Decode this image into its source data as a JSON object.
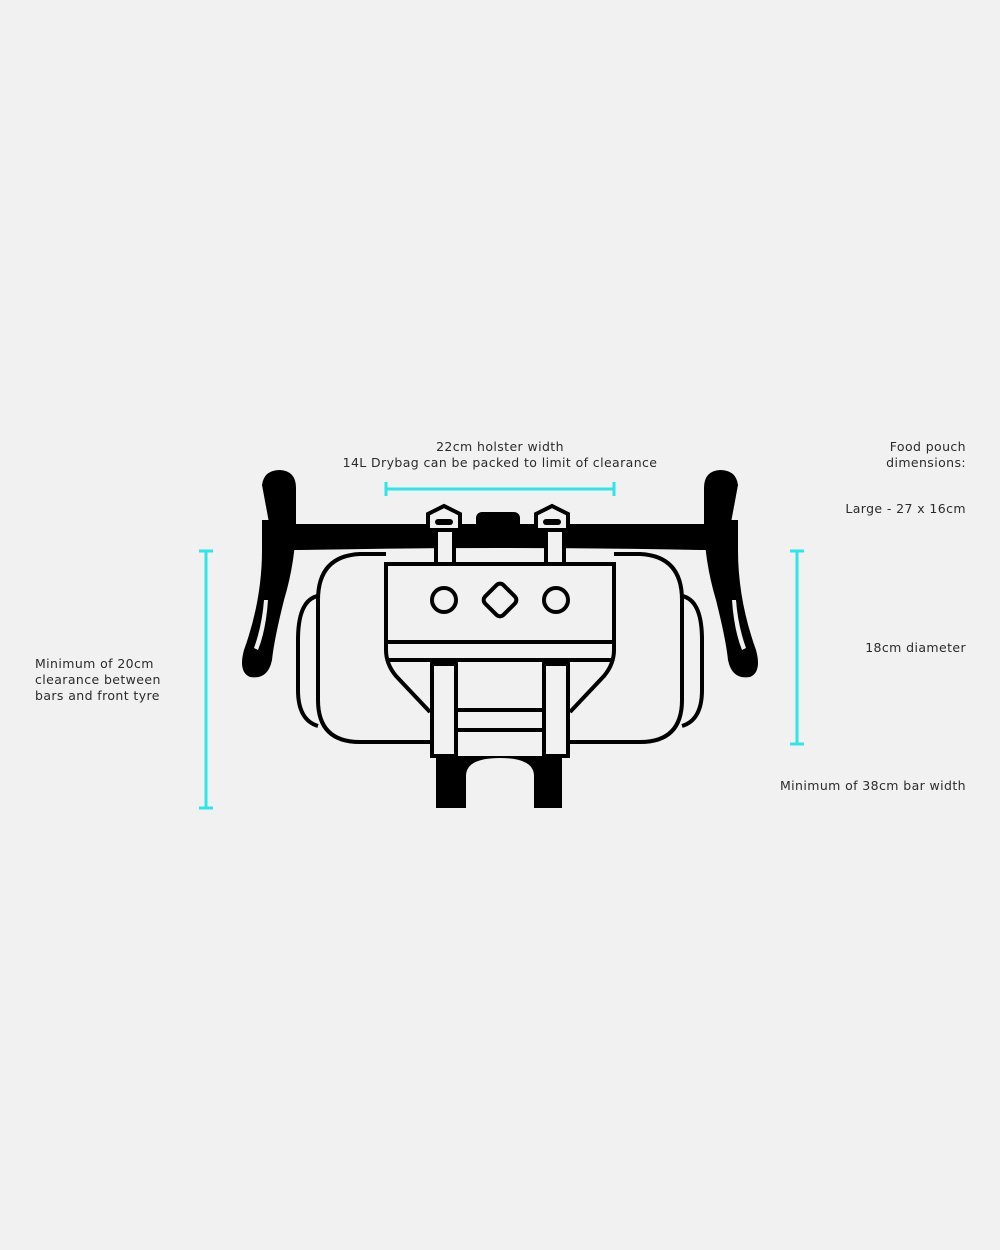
{
  "diagram": {
    "accent_color": "#2ee6e6",
    "line_color": "#000000",
    "background": "#f1f1f1",
    "illustration": "handlebar-bag-front-view-icon"
  },
  "labels": {
    "holster_width": "22cm holster width",
    "drybag_note": "14L Drybag can be packed to limit of clearance",
    "food_pouch_title_line1": "Food pouch",
    "food_pouch_title_line2": "dimensions:",
    "food_pouch_large": "Large - 27 x 16cm",
    "diameter": "18cm diameter",
    "bar_width": "Minimum of 38cm bar width",
    "clearance_line1": "Minimum of 20cm",
    "clearance_line2": "clearance between",
    "clearance_line3": "bars and front tyre"
  }
}
